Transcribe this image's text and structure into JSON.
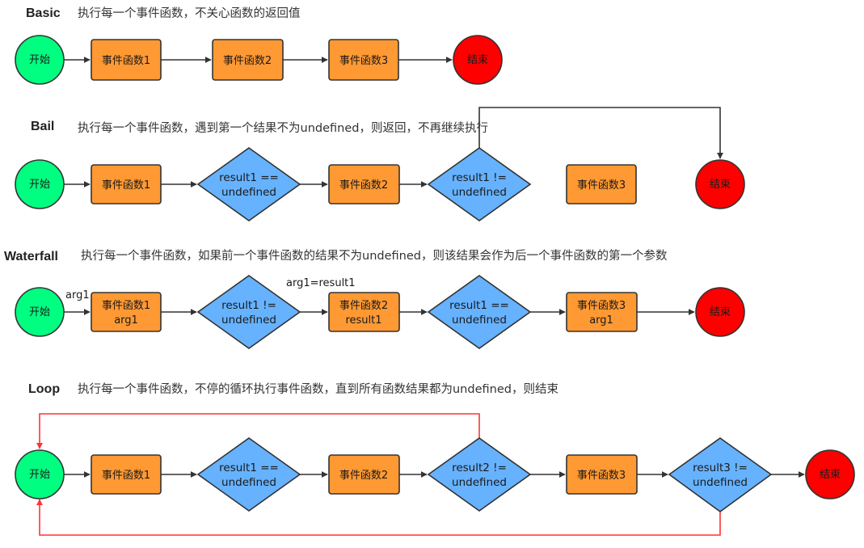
{
  "colors": {
    "start": "#00ff80",
    "end": "#ff0000",
    "box": "#ff9933",
    "decision": "#66b2ff",
    "loop_line": "#ff3333",
    "line": "#333333"
  },
  "basic": {
    "title": "Basic",
    "desc": "执行每一个事件函数，不关心函数的返回值",
    "start": "开始",
    "f1": "事件函数1",
    "f2": "事件函数2",
    "f3": "事件函数3",
    "end": "结束"
  },
  "bail": {
    "title": "Bail",
    "desc": "执行每一个事件函数，遇到第一个结果不为undefined，则返回，不再继续执行",
    "start": "开始",
    "f1": "事件函数1",
    "d1_l1": "result1 ==",
    "d1_l2": "undefined",
    "f2": "事件函数2",
    "d2_l1": "result1 !=",
    "d2_l2": "undefined",
    "f3": "事件函数3",
    "end": "结束"
  },
  "waterfall": {
    "title": "Waterfall",
    "desc": "执行每一个事件函数，如果前一个事件函数的结果不为undefined，则该结果会作为后一个事件函数的第一个参数",
    "start": "开始",
    "arg_label": "arg1",
    "assign_label": "arg1=result1",
    "f1_l1": "事件函数1",
    "f1_l2": "arg1",
    "d1_l1": "result1 !=",
    "d1_l2": "undefined",
    "f2_l1": "事件函数2",
    "f2_l2": "result1",
    "d2_l1": "result1 ==",
    "d2_l2": "undefined",
    "f3_l1": "事件函数3",
    "f3_l2": "arg1",
    "end": "结束"
  },
  "loop": {
    "title": "Loop",
    "desc": "执行每一个事件函数，不停的循环执行事件函数，直到所有函数结果都为undefined，则结束",
    "start": "开始",
    "f1": "事件函数1",
    "d1_l1": "result1 ==",
    "d1_l2": "undefined",
    "f2": "事件函数2",
    "d2_l1": "result2 !=",
    "d2_l2": "undefined",
    "f3": "事件函数3",
    "d3_l1": "result3 !=",
    "d3_l2": "undefined",
    "end": "结束"
  }
}
